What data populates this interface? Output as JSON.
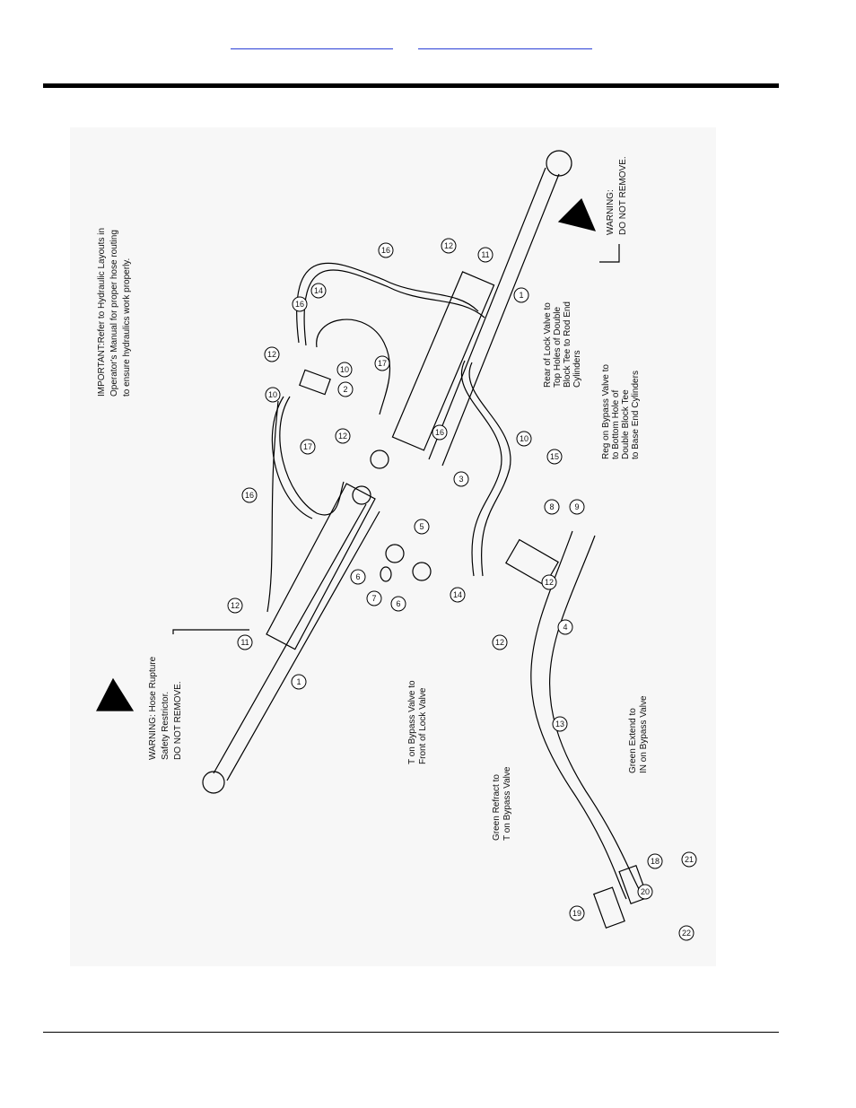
{
  "header": {
    "link_1": "",
    "link_2": ""
  },
  "diagram": {
    "important_note": [
      "IMPORTANT:Refer to Hydraulic Layouts in",
      "Operator's Manual for proper hose routing",
      "to ensure hydraulics work properly."
    ],
    "warning_right": [
      "WARNING:",
      "DO NOT REMOVE."
    ],
    "warning_left": [
      "WARNING: Hose Rupture",
      "Safety Restrictor.",
      "DO NOT REMOVE."
    ],
    "label_rear_lock": [
      "Rear of Lock Valve to",
      "Top Holes of Double",
      "Block Tee to Rod End",
      "Cylinders"
    ],
    "label_reg_bypass": [
      "Reg on Bypass Valve to",
      "to Bottom Hole of",
      "Double Block Tee",
      "to Base End Cylinders"
    ],
    "label_t_bypass": [
      "T on Bypass Valve to",
      "Front of Lock Valve"
    ],
    "label_green_extend": [
      "Green Extend to",
      "IN on Bypass Valve"
    ],
    "label_green_retract": [
      "Green Refract to",
      "T on Bypass Valve"
    ],
    "callouts": [
      "1",
      "1",
      "2",
      "3",
      "4",
      "5",
      "6",
      "6",
      "7",
      "8",
      "9",
      "10",
      "10",
      "10",
      "11",
      "11",
      "12",
      "12",
      "12",
      "12",
      "12",
      "12",
      "13",
      "14",
      "14",
      "15",
      "16",
      "16",
      "16",
      "16",
      "17",
      "17",
      "18",
      "19",
      "20",
      "21",
      "22"
    ]
  },
  "colors": {
    "ink": "#000000",
    "figure_bg": "#f7f7f7",
    "link": "#2a3fd6"
  }
}
